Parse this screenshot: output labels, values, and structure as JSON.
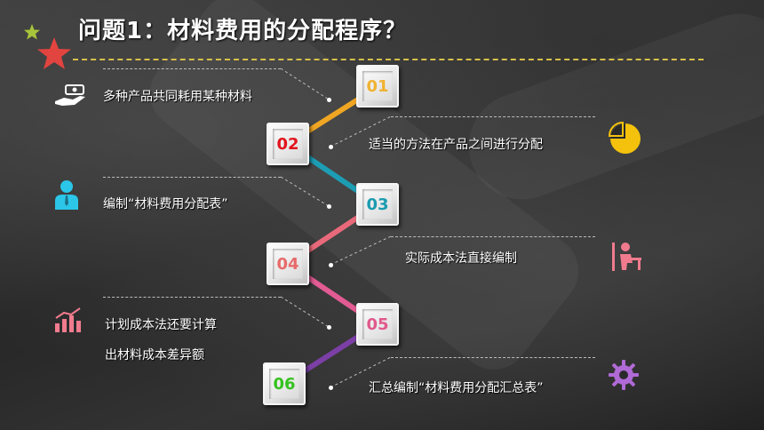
{
  "title": "问题1：材料费用的分配程序？",
  "steps": [
    {
      "number": "01",
      "color": "#f0b232"
    },
    {
      "number": "02",
      "color": "#e2141d"
    },
    {
      "number": "03",
      "color": "#1b9bb0"
    },
    {
      "number": "04",
      "color": "#e86a6a"
    },
    {
      "number": "05",
      "color": "#e05a8c"
    },
    {
      "number": "06",
      "color": "#35c21f"
    }
  ],
  "labels": {
    "s1": "多种产品共同耗用某种材料",
    "s2": "适当的方法在产品之间进行分配",
    "s3": "编制“材料费用分配表”",
    "s4": "实际成本法直接编制",
    "s5_line1": "计划成本法还要计算",
    "s5_line2": "出材料成本差异额",
    "s6": "汇总编制“材料费用分配汇总表”"
  },
  "icons": {
    "s1": "hand-receiving-icon",
    "s2": "pie-chart-icon",
    "s3": "person-icon",
    "s4": "person-at-desk-icon",
    "s5": "bar-chart-icon",
    "s6": "gear-icon"
  },
  "colors": {
    "icon_white": "#ffffff",
    "icon_cyan": "#2bc6e8",
    "icon_yellow": "#f4c20d",
    "icon_pink": "#f17b8e",
    "icon_purple": "#b06ad6",
    "wire_1_2": "#f0a623",
    "wire_2_3": "#1d9db4",
    "wire_3_4": "#e86a7a",
    "wire_4_5": "#e25b93",
    "wire_5_6": "#7b3fa6"
  }
}
